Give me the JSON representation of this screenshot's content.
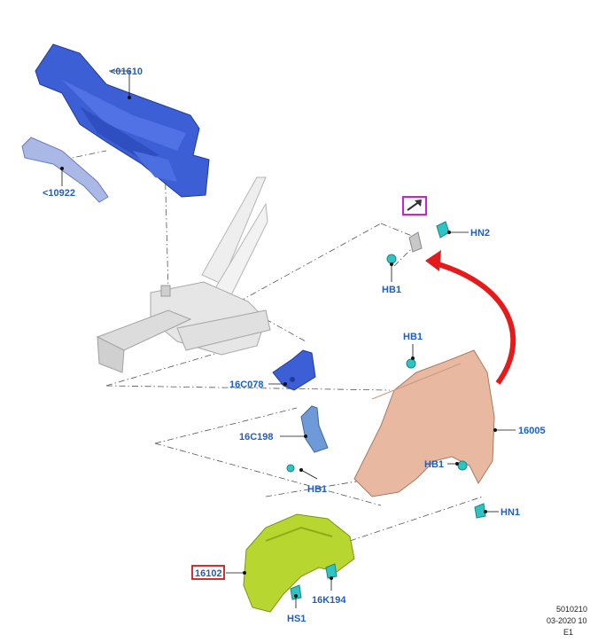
{
  "colors": {
    "label_blue": "#1f5fbf",
    "dash_panel": "#3d5fd6",
    "fender": "#e8b9a0",
    "liner": "#b8d630",
    "fastener": "#2ec4c4",
    "arrow_red": "#e51b1b",
    "highlight_magenta": "#d21fd2",
    "highlight_red": "#d01a1a"
  },
  "labels": {
    "p01610": "<01610",
    "p10922": "<10922",
    "hn2": "HN2",
    "hb1_top": "HB1",
    "hb1_mid": "HB1",
    "hb1_bracket": "HB1",
    "hb1_fender": "HB1",
    "p16c078": "16C078",
    "p16c198": "16C198",
    "p16005": "16005",
    "hn1": "HN1",
    "p16102": "16102",
    "p16k194": "16K194",
    "hs1": "HS1"
  },
  "reference": {
    "code": "5010210",
    "date": "03-2020 10",
    "edition": "E1"
  },
  "icons": {
    "magenta_box": "arrow-up-right-icon"
  }
}
